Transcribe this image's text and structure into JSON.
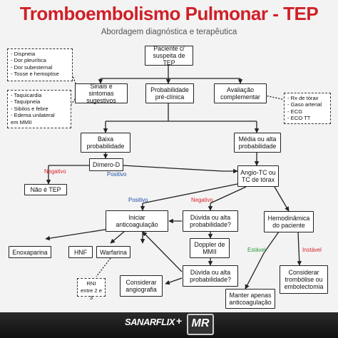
{
  "header": {
    "title": "Tromboembolismo Pulmonar - TEP",
    "subtitle": "Abordagem diagnóstica e terapêutica"
  },
  "nodes": {
    "start": "Paciente c/ suspeita de TEP",
    "signs": "Sinais e sintomas sugestivos",
    "prob": "Probabilidade pré-clínica",
    "eval": "Avaliação complementar",
    "low": "Baixa probabilidade",
    "ddimer": "Dímero-D",
    "not_tep": "Não é TEP",
    "midhigh": "Média ou alta probabilidade",
    "angio": "Angio-TC ou TC de tórax",
    "start_ac": "Iniciar anticoagulação",
    "doubt1": "Dúvida ou alta probabilidade?",
    "doppler": "Doppler de MMII",
    "doubt2": "Dúvida ou alta probabilidade?",
    "consider_angio": "Considerar angiografia",
    "hemo": "Hemodinâmica do paciente",
    "keep_ac": "Manter apenas anticoagulação",
    "thrombo": "Considerar trombólise ou embolectomia",
    "enox": "Enoxaparina",
    "hnf": "HNF",
    "warf": "Warfarina",
    "rni": "RNI entre 2 e 3"
  },
  "symptoms": [
    "- Dispneia",
    "- Dor pleurítica",
    "- Dor subesternal",
    "- Tosse e hemoptise"
  ],
  "signs_list": [
    "- Taquicardia",
    "- Taquipneia",
    "- Sibilos e febre",
    "- Edema unilateral",
    "em MMII"
  ],
  "exams": [
    "- Rx de tórax",
    "- Gaso arterial",
    "- ECG",
    "- ECO TT"
  ],
  "edge_labels": {
    "negativo1": "Negativo",
    "positivo1": "Positivo",
    "positivo2": "Positivo",
    "negativo2": "Negativo",
    "estavel": "Estável",
    "instavel": "Instável"
  },
  "footer": {
    "logo1": "SANARFLIX",
    "plus": "+",
    "logo2": "MR"
  },
  "colors": {
    "title": "#cf2027",
    "negative": "#d8232a",
    "positive": "#1f4fa8",
    "stable": "#2a9a3a"
  }
}
